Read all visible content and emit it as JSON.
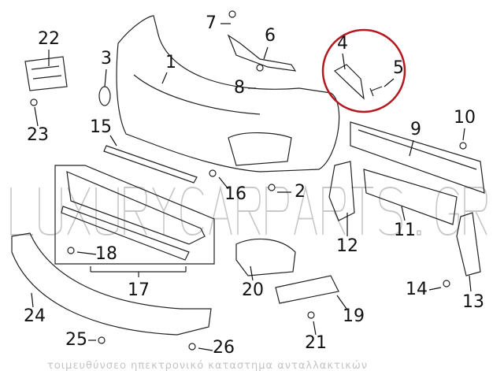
{
  "diagram": {
    "watermark": "LUXURYCARPARTS.GR",
    "watermark_subtitle": "τοιμευθύνσεο ηπεκτρονικό καταστημα ανταλλακτικών",
    "highlight_color": "#b3191e",
    "callouts": {
      "p1": "1",
      "p2": "2",
      "p3": "3",
      "p4": "4",
      "p5": "5",
      "p6": "6",
      "p7": "7",
      "p8": "8",
      "p9": "9",
      "p10": "10",
      "p11": "11",
      "p12": "12",
      "p13": "13",
      "p14": "14",
      "p15": "15",
      "p16": "16",
      "p17": "17",
      "p18": "18",
      "p19": "19",
      "p20": "20",
      "p21": "21",
      "p22": "22",
      "p23": "23",
      "p24": "24",
      "p25": "25",
      "p26": "26"
    }
  }
}
